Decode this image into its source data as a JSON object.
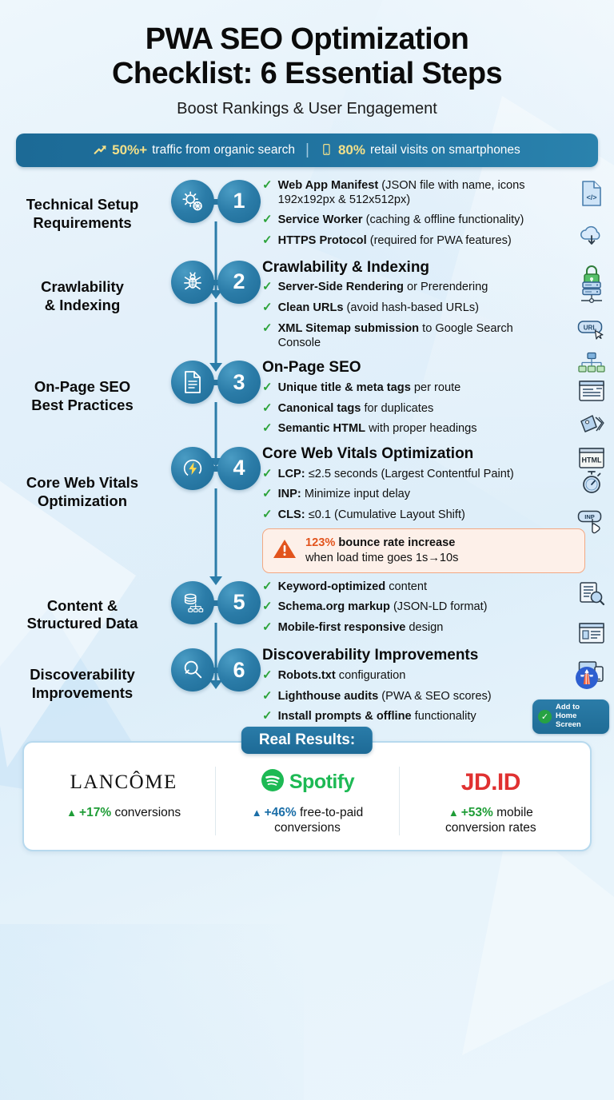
{
  "header": {
    "title_line1": "PWA SEO Optimization",
    "title_line2": "Checklist: 6 Essential Steps",
    "subtitle": "Boost Rankings & User Engagement"
  },
  "stats_banner": {
    "left_icon": "trend-up-icon",
    "left_highlight": "50%+",
    "left_text": "traffic from organic search",
    "separator": "|",
    "right_icon": "smartphone-icon",
    "right_highlight": "80%",
    "right_text": "retail visits on smartphones"
  },
  "steps": [
    {
      "number": "1",
      "left_label_line1": "Technical Setup",
      "left_label_line2": "Requirements",
      "node_icon": "gear-cog-icon",
      "heading": "",
      "bullets": [
        {
          "strong": "Web App Manifest",
          "rest": " (JSON file with name, icons 192x192px & 512x512px)"
        },
        {
          "strong": "Service Worker",
          "rest": " (caching & offline functionality)"
        },
        {
          "strong": "HTTPS Protocol",
          "rest": " (required for PWA features)"
        }
      ],
      "side_icons": [
        "code-file-icon",
        "cloud-download-icon",
        "green-padlock-icon"
      ]
    },
    {
      "number": "2",
      "left_label_line1": "Crawlability",
      "left_label_line2": "& Indexing",
      "node_icon": "spider-crawler-icon",
      "heading": "Crawlability & Indexing",
      "bullets": [
        {
          "strong": "Server-Side Rendering",
          "rest": " or Prerendering"
        },
        {
          "strong": "Clean URLs",
          "rest": " (avoid hash-based URLs)"
        },
        {
          "strong": "XML Sitemap submission",
          "rest": " to Google Search Console"
        }
      ],
      "side_icons": [
        "server-rack-icon",
        "url-button-icon",
        "sitemap-tree-icon"
      ]
    },
    {
      "number": "3",
      "left_label_line1": "On-Page SEO",
      "left_label_line2": "Best Practices",
      "node_icon": "document-icon",
      "heading": "On-Page SEO",
      "bullets": [
        {
          "strong": "Unique title & meta tags",
          "rest": " per route"
        },
        {
          "strong": "Canonical tags",
          "rest": " for duplicates"
        },
        {
          "strong": "Semantic HTML",
          "rest": " with proper headings"
        }
      ],
      "side_icons": [
        "browser-meta-icon",
        "canonical-tag-icon",
        "html-window-icon"
      ]
    },
    {
      "number": "4",
      "left_label_line1": "Core Web Vitals",
      "left_label_line2": "Optimization",
      "node_icon": "speed-gauge-bolt-icon",
      "heading": "Core Web Vitals Optimization",
      "bullets": [
        {
          "strong": "LCP:",
          "rest": " ≤2.5 seconds (Largest Contentful Paint)"
        },
        {
          "strong": "INP:",
          "rest": " Minimize input delay"
        },
        {
          "strong": "CLS:",
          "rest": " ≤0.1 (Cumulative Layout Shift)"
        }
      ],
      "side_icons": [
        "stopwatch-icon",
        "inp-tap-icon"
      ],
      "warning": {
        "icon": "warning-triangle-icon",
        "percent": "123%",
        "bold_text": " bounce rate increase",
        "sub_text": "when load time goes 1s→10s"
      }
    },
    {
      "number": "5",
      "left_label_line1": "Content &",
      "left_label_line2": "Structured Data",
      "node_icon": "database-structure-icon",
      "heading": "",
      "bullets": [
        {
          "strong": "Keyword-optimized",
          "rest": " content"
        },
        {
          "strong": "Schema.org markup",
          "rest": " (JSON-LD format)"
        },
        {
          "strong": "Mobile-first responsive",
          "rest": " design"
        }
      ],
      "side_icons": [
        "document-search-icon",
        "rich-snippet-icon",
        "responsive-devices-icon"
      ]
    },
    {
      "number": "6",
      "left_label_line1": "Discoverability",
      "left_label_line2": "Improvements",
      "node_icon": "magnifier-icon",
      "heading": "Discoverability Improvements",
      "bullets": [
        {
          "strong": "Robots.txt",
          "rest": " configuration"
        },
        {
          "strong": "Lighthouse audits",
          "rest": " (PWA & SEO scores)"
        },
        {
          "strong": "Install prompts & offline",
          "rest": " functionality"
        }
      ],
      "side_icons": [
        "lighthouse-logo-icon"
      ],
      "a2hs": {
        "check_icon": "check-circle-icon",
        "line1": "Add to",
        "line2": "Home Screen"
      }
    }
  ],
  "results": {
    "tag": "Real Results:",
    "items": [
      {
        "logo_text": "LANCÔME",
        "logo_type": "wordmark",
        "arrow": "▲",
        "arrow_color": "green",
        "percent": "+17%",
        "label": "conversions",
        "label2": ""
      },
      {
        "logo_text": "Spotify",
        "logo_type": "spotify",
        "arrow": "▲",
        "arrow_color": "blue",
        "percent": "+46%",
        "label": "free-to-paid",
        "label2": "conversions"
      },
      {
        "logo_text": "JD.ID",
        "logo_type": "wordmark-red",
        "arrow": "▲",
        "arrow_color": "green",
        "percent": "+53%",
        "label": "mobile",
        "label2": "conversion rates"
      }
    ]
  },
  "colors": {
    "accent_blue": "#2b7ca8",
    "deep_blue": "#1d6a96",
    "banner_yellow": "#f2e08a",
    "check_green": "#2ca33a",
    "warn_orange": "#e2541d",
    "warn_bg": "#fdf0e9",
    "page_bg": "#e8f3fb"
  }
}
